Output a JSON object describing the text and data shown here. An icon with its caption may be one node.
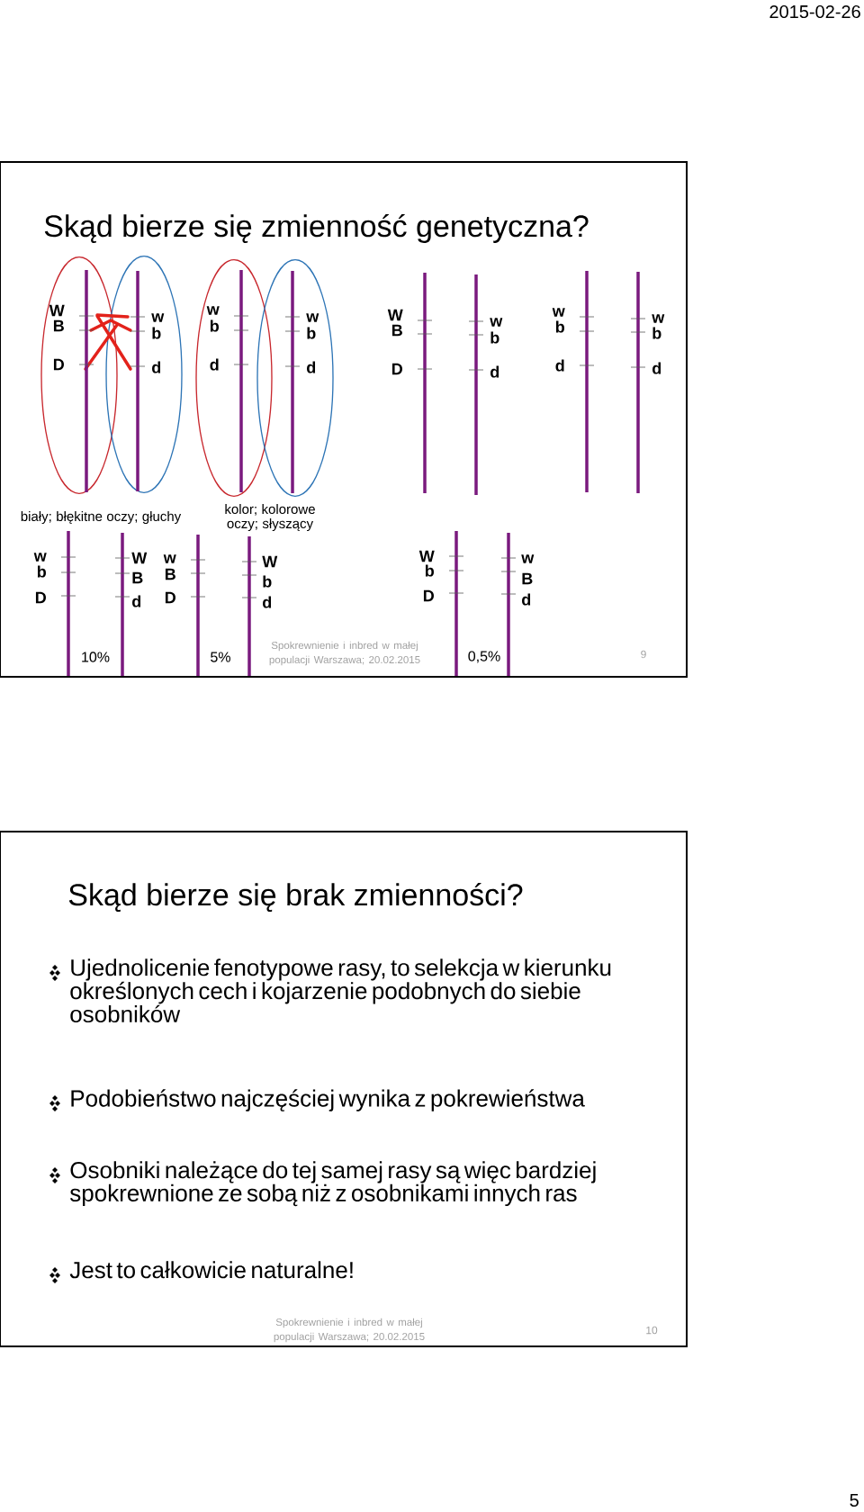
{
  "diagram": {
    "nodes": [
      {
        "text": [
          "Skąd bierze się zmienność genetyczna?"
        ]
      },
      {
        "text": [],
        "shape": "bar",
        "in": 0,
        "beside": [
          "W",
          "B",
          "D"
        ]
      },
      {
        "text": [],
        "shape": "bar",
        "in": 0,
        "beside": [
          "w",
          "b",
          "d"
        ]
      },
      {
        "text": [],
        "shape": "bar",
        "in": 0,
        "beside": [
          "w",
          "b",
          "d"
        ]
      },
      {
        "text": [],
        "shape": "bar",
        "in": 0,
        "beside": [
          "w",
          "b",
          "d"
        ]
      },
      {
        "text": [],
        "shape": "bar",
        "in": 0,
        "beside": [
          "W",
          "B",
          "D"
        ]
      },
      {
        "text": [],
        "shape": "bar",
        "in": 0,
        "beside": [
          "w",
          "b",
          "d"
        ]
      },
      {
        "text": [],
        "shape": "bar",
        "in": 0,
        "beside": [
          "w",
          "b",
          "d"
        ]
      },
      {
        "text": [],
        "shape": "bar",
        "in": 0,
        "beside": [
          "w",
          "b",
          "d"
        ]
      },
      {
        "text": [],
        "shape": "bar",
        "in": 0,
        "beside": [
          "w",
          "b",
          "D"
        ]
      },
      {
        "text": [],
        "shape": "bar",
        "in": 0,
        "beside": [
          "W",
          "B",
          "d"
        ]
      },
      {
        "text": [],
        "shape": "bar",
        "in": 0,
        "beside": [
          "w",
          "B",
          "D"
        ]
      },
      {
        "text": [],
        "shape": "bar",
        "in": 0,
        "beside": [
          "W",
          "b",
          "d"
        ]
      },
      {
        "text": [],
        "shape": "bar",
        "in": 0,
        "beside": [
          "W",
          "b",
          "D"
        ]
      },
      {
        "text": [],
        "shape": "bar",
        "in": 0,
        "beside": [
          "w",
          "B",
          "d"
        ]
      },
      {
        "text": [
          "Skąd bierze się brak zmienności?",
          "Ujednolicenie fenotypowe rasy, to selekcja w kierunku określonych cech i kojarzenie podobnych do siebie osobników",
          "Podobieństwo najczęściej wynika z pokrewieństwa",
          "Osobniki należące do tej samej rasy są więc bardziej spokrewnione ze sobą niż z osobnikami innych ras",
          "Jest to całkowicie naturalne!"
        ]
      }
    ],
    "labels": [
      "2015-02-26",
      "biały; błękitne oczy; głuchy",
      "kolor; kolorowe oczy; słyszący",
      "10%",
      "5%",
      "Spokrewnienie i inbred w małej populacji Warszawa; 20.02.2015",
      "0,5%",
      "9",
      "Spokrewnienie i inbred w małej populacji Warszawa; 20.02.2015",
      "10",
      "5"
    ]
  }
}
